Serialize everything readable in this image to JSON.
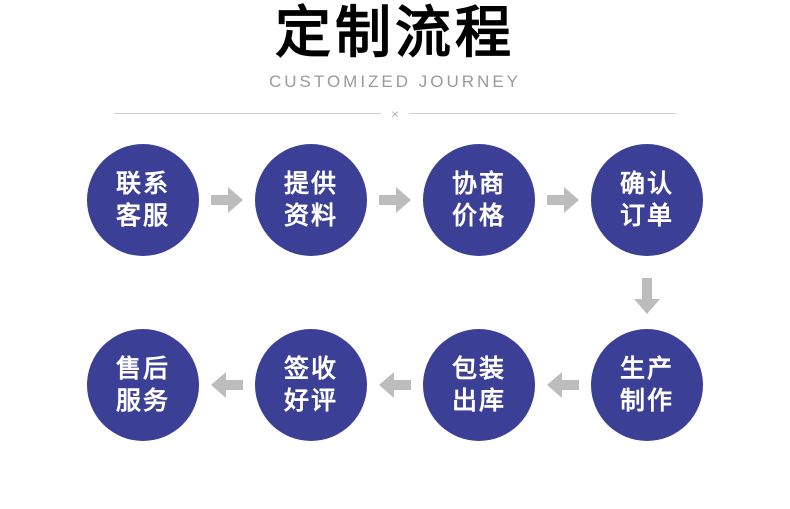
{
  "header": {
    "title": "定制流程",
    "subtitle": "CUSTOMIZED JOURNEY",
    "divider_mark": "×"
  },
  "colors": {
    "circle": "#3b3f95",
    "arrow": "#bcbcbc",
    "subtitle_text": "#9a9a9a",
    "title_text": "#000000"
  },
  "flow": {
    "row1": [
      {
        "line1": "联系",
        "line2": "客服"
      },
      {
        "line1": "提供",
        "line2": "资料"
      },
      {
        "line1": "协商",
        "line2": "价格"
      },
      {
        "line1": "确认",
        "line2": "订单"
      }
    ],
    "row2": [
      {
        "line1": "售后",
        "line2": "服务"
      },
      {
        "line1": "签收",
        "line2": "好评"
      },
      {
        "line1": "包装",
        "line2": "出库"
      },
      {
        "line1": "生产",
        "line2": "制作"
      }
    ]
  }
}
